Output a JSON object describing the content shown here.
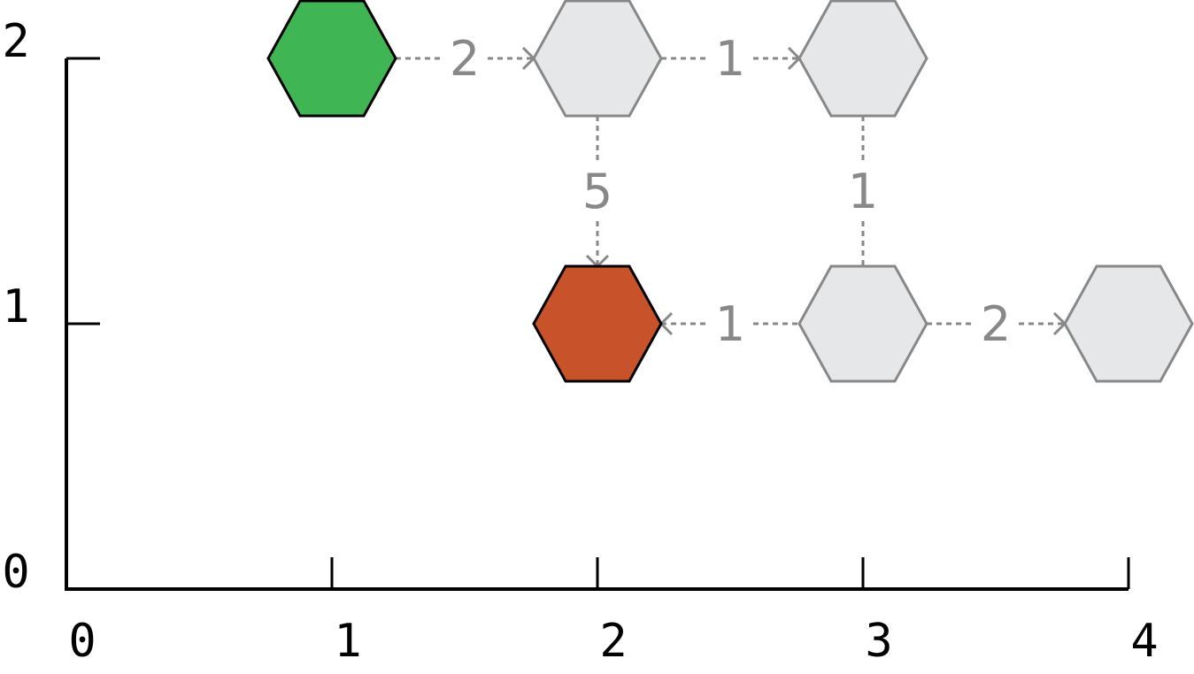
{
  "graph": {
    "x_ticks": [
      0,
      1,
      2,
      3,
      4
    ],
    "y_ticks": [
      0,
      1,
      2
    ],
    "xlim": [
      0,
      4
    ],
    "ylim": [
      0,
      2
    ],
    "nodes": [
      {
        "id": "start",
        "x": 1,
        "y": 2,
        "fill": "#3fb553",
        "stroke": "#000000"
      },
      {
        "id": "n-2-2",
        "x": 2,
        "y": 2,
        "fill": "#e6e7e9",
        "stroke": "#888888"
      },
      {
        "id": "n-3-2",
        "x": 3,
        "y": 2,
        "fill": "#e6e7e9",
        "stroke": "#888888"
      },
      {
        "id": "goal",
        "x": 2,
        "y": 1,
        "fill": "#c8522a",
        "stroke": "#000000"
      },
      {
        "id": "n-3-1",
        "x": 3,
        "y": 1,
        "fill": "#e6e7e9",
        "stroke": "#888888"
      },
      {
        "id": "n-4-1",
        "x": 4,
        "y": 1,
        "fill": "#e6e7e9",
        "stroke": "#888888"
      }
    ],
    "edges": [
      {
        "from": "start",
        "to": "n-2-2",
        "weight": "2",
        "directed": true
      },
      {
        "from": "n-2-2",
        "to": "n-3-2",
        "weight": "1",
        "directed": true
      },
      {
        "from": "n-2-2",
        "to": "goal",
        "weight": "5",
        "directed": true
      },
      {
        "from": "n-3-2",
        "to": "n-3-1",
        "weight": "1",
        "directed": false
      },
      {
        "from": "n-3-1",
        "to": "goal",
        "weight": "1",
        "directed": true
      },
      {
        "from": "n-3-1",
        "to": "n-4-1",
        "weight": "2",
        "directed": true
      }
    ]
  }
}
